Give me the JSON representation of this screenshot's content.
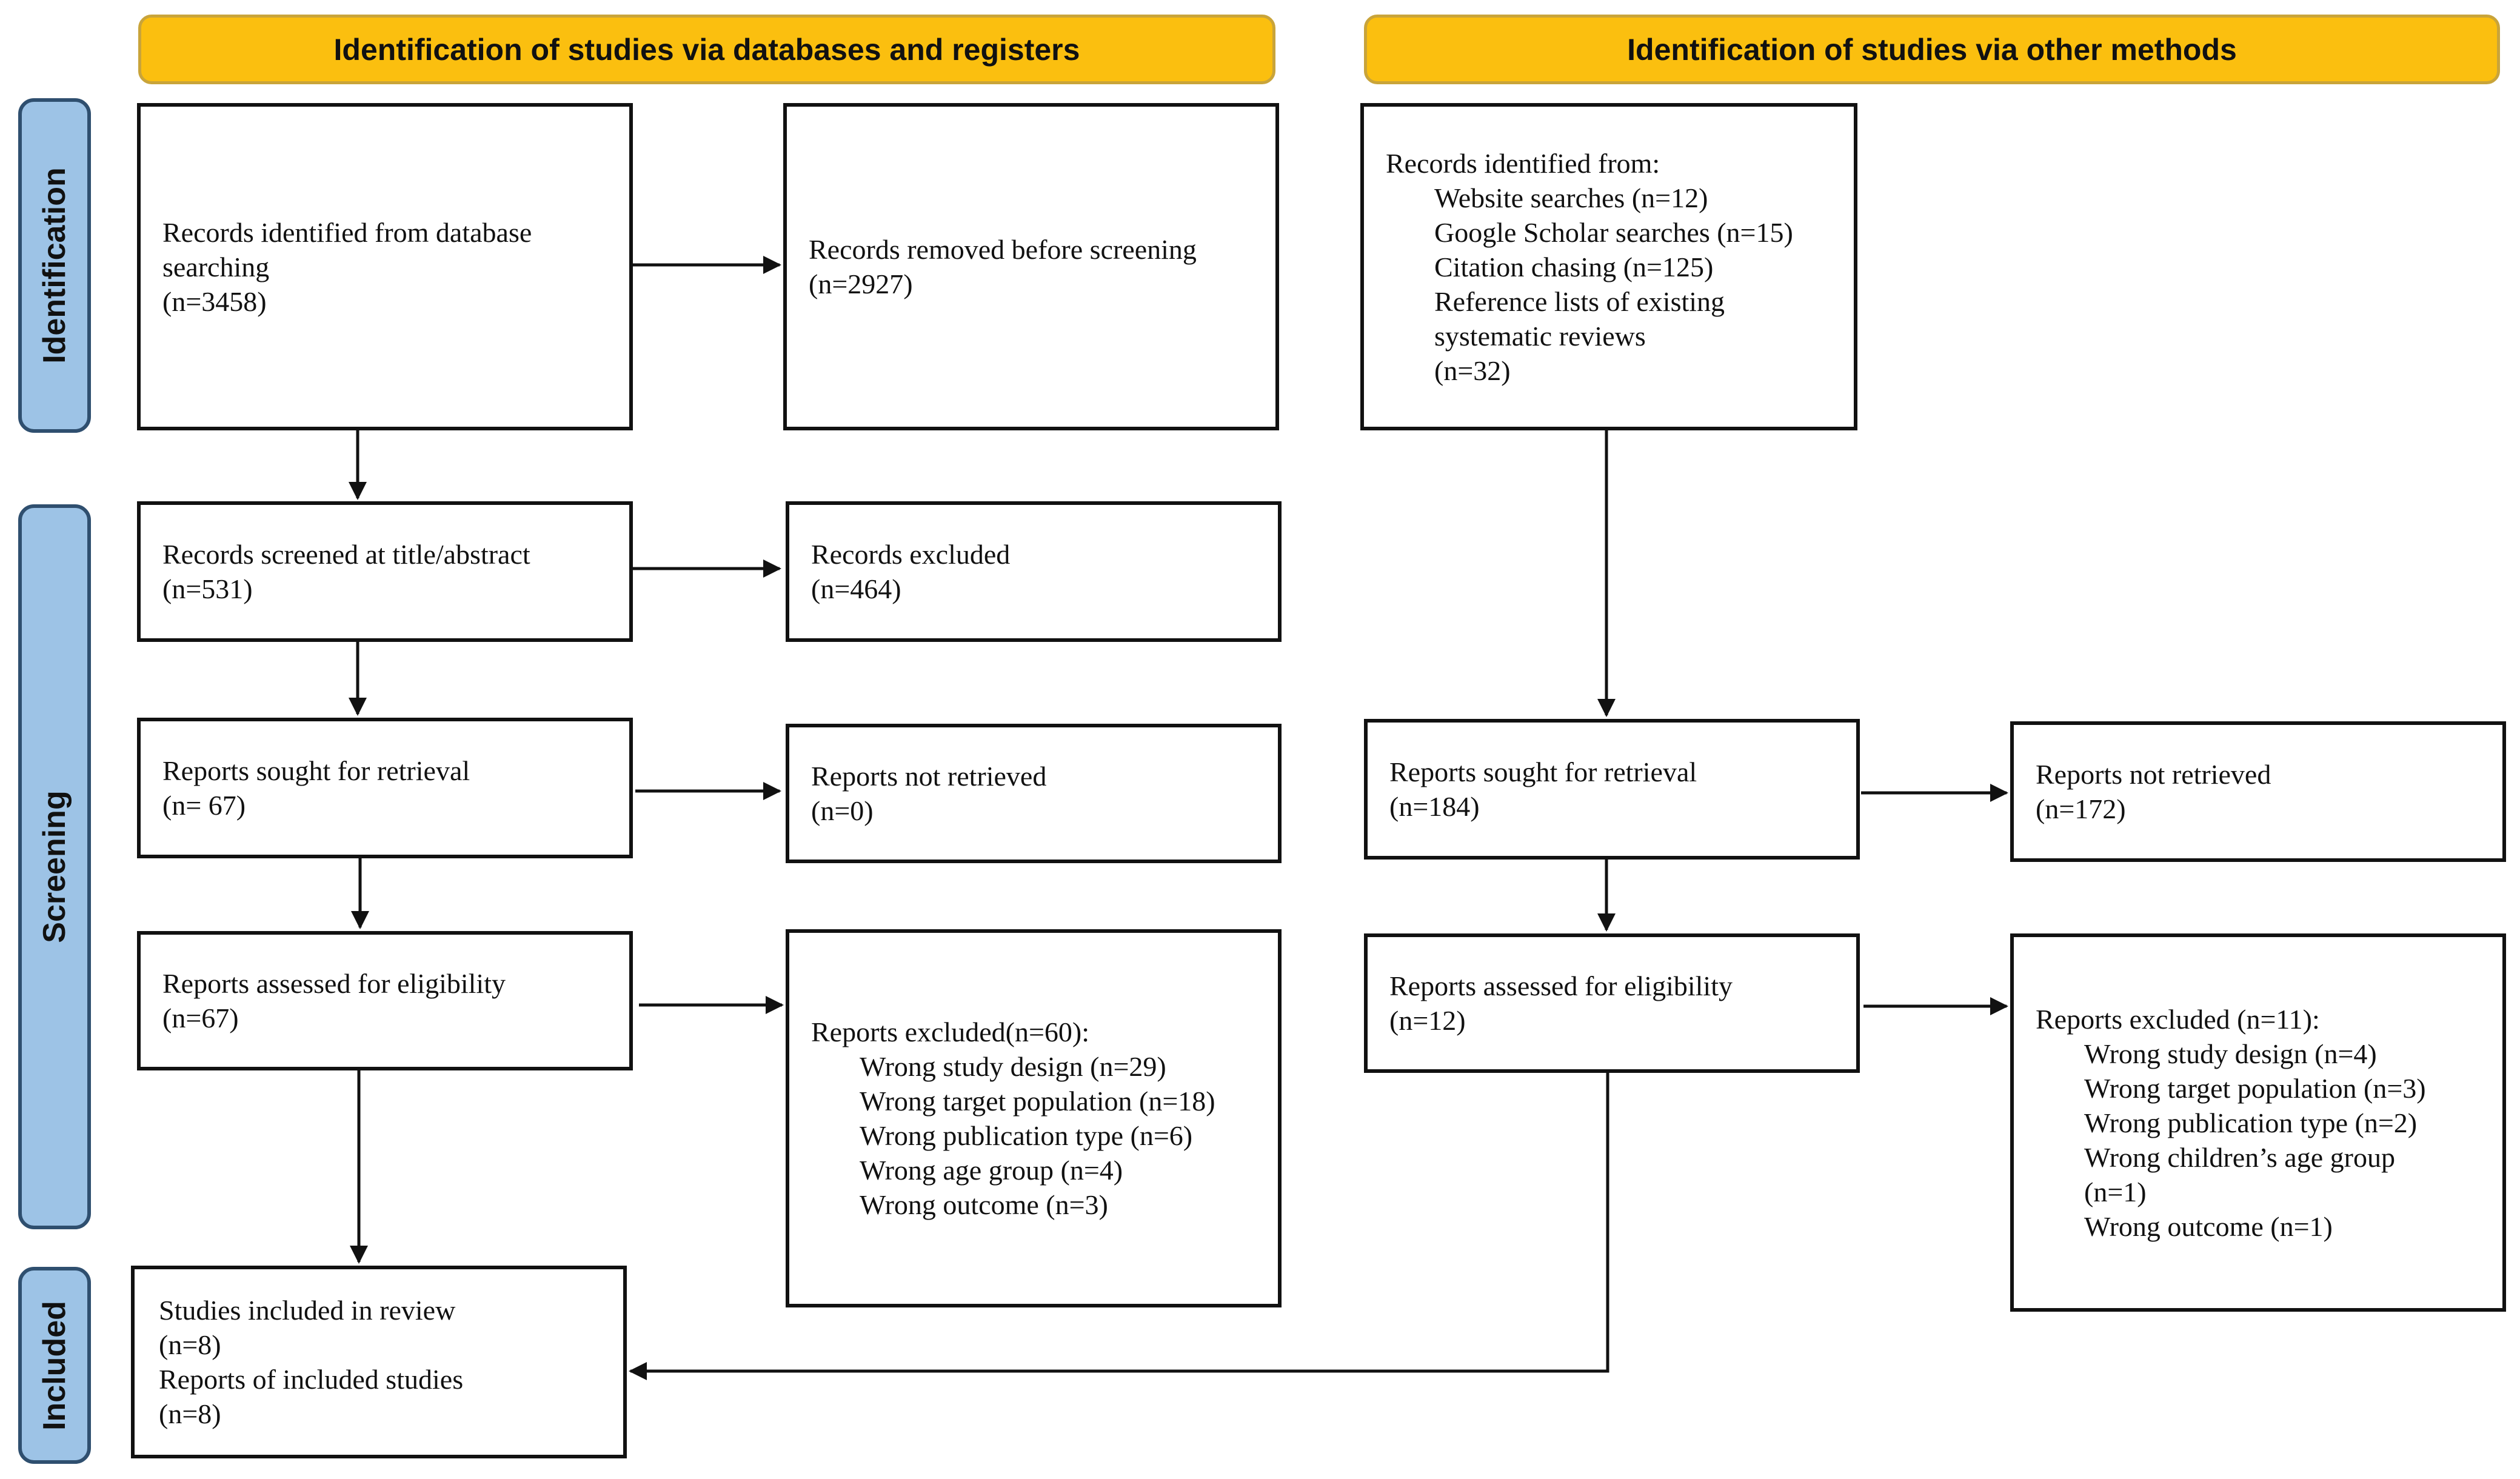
{
  "headers": {
    "databases": "Identification of studies via databases and registers",
    "other": "Identification of studies via other methods"
  },
  "stages": {
    "identification": "Identification",
    "screening": "Screening",
    "included": "Included"
  },
  "left": {
    "identified": {
      "l1": "Records identified from database",
      "l2": "searching",
      "l3": "(n=3458)"
    },
    "removed": {
      "l1": "Records removed before screening",
      "l2": "(n=2927)"
    },
    "screened": {
      "l1": "Records screened at title/abstract",
      "l2": "(n=531)"
    },
    "excluded": {
      "l1": "Records excluded",
      "l2": "(n=464)"
    },
    "sought": {
      "l1": "Reports sought for retrieval",
      "l2": "(n= 67)"
    },
    "not_retrieved": {
      "l1": "Reports not retrieved",
      "l2": "(n=0)"
    },
    "assessed": {
      "l1": "Reports assessed for eligibility",
      "l2": "(n=67)"
    },
    "reports_excluded": {
      "title": "Reports excluded(n=60):",
      "reasons": [
        "Wrong study design (n=29)",
        "Wrong target population (n=18)",
        "Wrong publication type (n=6)",
        "Wrong age group (n=4)",
        "Wrong outcome (n=3)"
      ]
    },
    "included": {
      "l1": "Studies included in review",
      "l2": "(n=8)",
      "l3": "Reports of included studies",
      "l4": "(n=8)"
    }
  },
  "right": {
    "identified": {
      "title": "Records identified from:",
      "items": [
        "Website searches (n=12)",
        "Google Scholar searches (n=15)",
        "Citation chasing (n=125)",
        "Reference lists of existing",
        "systematic reviews",
        "(n=32)"
      ]
    },
    "sought": {
      "l1": "Reports sought for retrieval",
      "l2": "(n=184)"
    },
    "not_retrieved": {
      "l1": "Reports not retrieved",
      "l2": "(n=172)"
    },
    "assessed": {
      "l1": "Reports assessed for eligibility",
      "l2": "(n=12)"
    },
    "reports_excluded": {
      "title": "Reports excluded (n=11):",
      "reasons": [
        "Wrong study design (n=4)",
        "Wrong target population (n=3)",
        "Wrong publication type (n=2)",
        "Wrong children’s age group",
        "(n=1)",
        "Wrong outcome (n=1)"
      ]
    }
  }
}
